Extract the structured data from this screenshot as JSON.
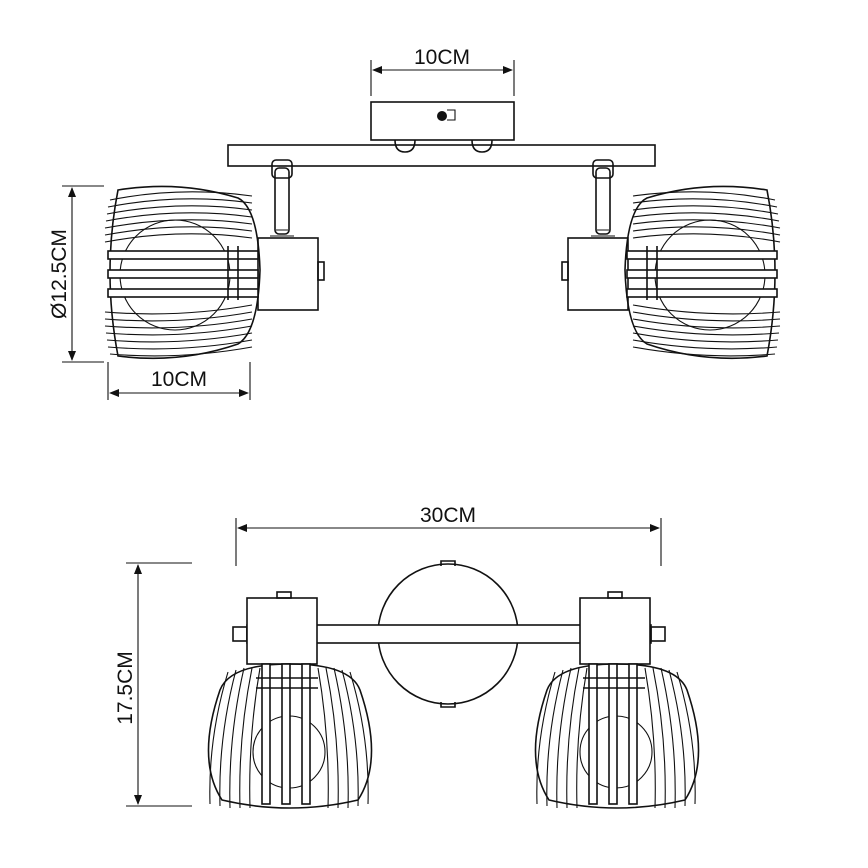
{
  "dimensions": {
    "top_bracket_width": "10CM",
    "shade_diameter": "Ø12.5CM",
    "shade_depth": "10CM",
    "total_width": "30CM",
    "total_height": "17.5CM"
  }
}
